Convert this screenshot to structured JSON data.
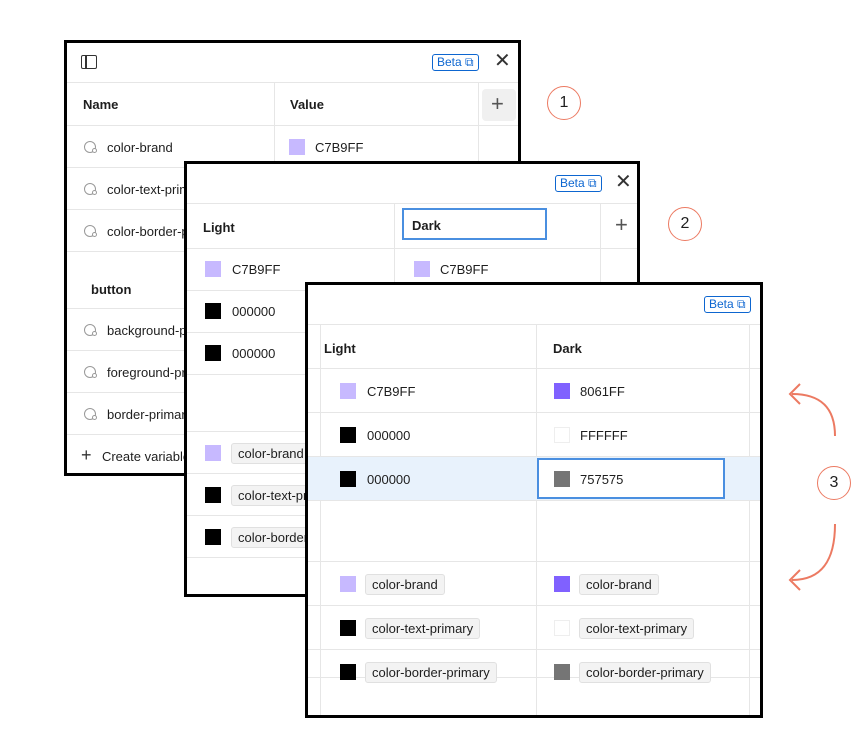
{
  "beta_label": "Beta",
  "badges": [
    "1",
    "2",
    "3"
  ],
  "panel1": {
    "col_name": "Name",
    "col_value": "Value",
    "rows": [
      {
        "name": "color-brand",
        "value": "C7B9FF",
        "swatch": "#c7b9ff"
      },
      {
        "name": "color-text-prim",
        "value": "",
        "swatch": ""
      },
      {
        "name": "color-border-p",
        "value": "",
        "swatch": ""
      }
    ],
    "group_label": "button",
    "group_rows": [
      {
        "name": "background-pr"
      },
      {
        "name": "foreground-pri"
      },
      {
        "name": "border-primary"
      }
    ],
    "create_label": "Create variable"
  },
  "panel2": {
    "col_light": "Light",
    "col_dark_input": "Dark",
    "rows": [
      {
        "light": "C7B9FF",
        "light_swatch": "#c7b9ff",
        "dark": "C7B9FF",
        "dark_swatch": "#c7b9ff"
      },
      {
        "light": "000000",
        "light_swatch": "#000000"
      },
      {
        "light": "000000",
        "light_swatch": "#000000"
      }
    ],
    "alias_rows": [
      {
        "light": "color-brand",
        "light_swatch": "#c7b9ff"
      },
      {
        "light": "color-text-pri",
        "light_swatch": "#000000"
      },
      {
        "light": "color-border-",
        "light_swatch": "#000000"
      }
    ]
  },
  "panel3": {
    "col_light": "Light",
    "col_dark": "Dark",
    "rows": [
      {
        "light": "C7B9FF",
        "light_swatch": "#c7b9ff",
        "dark": "8061FF",
        "dark_swatch": "#8061ff"
      },
      {
        "light": "000000",
        "light_swatch": "#000000",
        "dark": "FFFFFF",
        "dark_swatch": "#ffffff"
      },
      {
        "light": "000000",
        "light_swatch": "#000000",
        "dark": "757575",
        "dark_swatch": "#757575"
      }
    ],
    "alias_rows": [
      {
        "light": "color-brand",
        "light_swatch": "#c7b9ff",
        "dark": "color-brand",
        "dark_swatch": "#8061ff"
      },
      {
        "light": "color-text-primary",
        "light_swatch": "#000000",
        "dark": "color-text-primary",
        "dark_swatch": "#ffffff"
      },
      {
        "light": "color-border-primary",
        "light_swatch": "#000000",
        "dark": "color-border-primary",
        "dark_swatch": "#757575"
      }
    ]
  },
  "colors": {
    "accent": "#0d66d0",
    "badge_ring": "#ec7a62",
    "selected_row": "#e8f2fc"
  }
}
